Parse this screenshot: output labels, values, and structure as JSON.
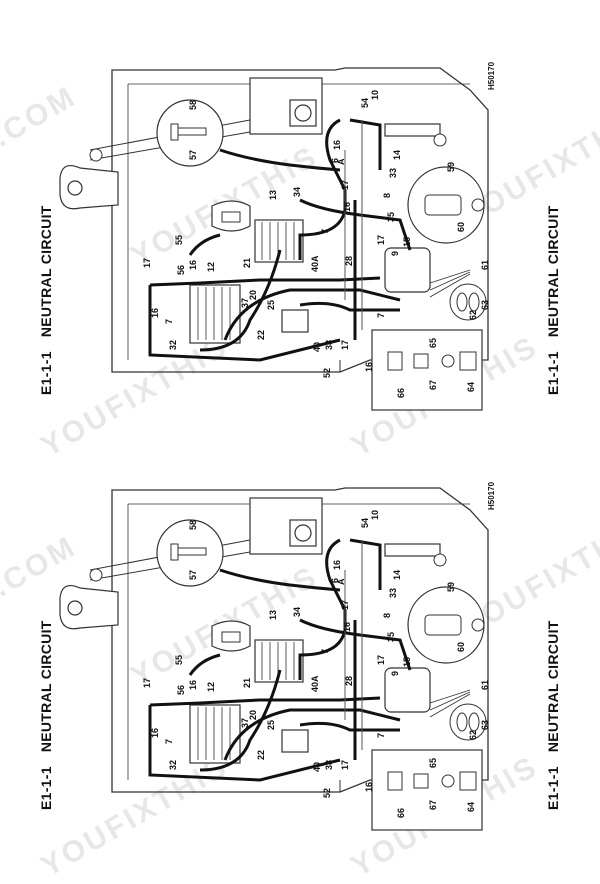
{
  "figure_code": "E1-1-1",
  "figure_title": "NEUTRAL CIRCUIT",
  "drawing_ref": "H50170",
  "watermark": "YOUFIXTHIS",
  "watermark_com": ".COM",
  "callouts": [
    "10",
    "54",
    "16",
    "6",
    "14",
    "33",
    "17",
    "A",
    "8",
    "34",
    "13",
    "35",
    "16",
    "7",
    "17",
    "9",
    "15",
    "55",
    "17",
    "56",
    "16",
    "12",
    "21",
    "28",
    "40A",
    "37",
    "20",
    "25",
    "22",
    "16",
    "7",
    "32",
    "40",
    "38",
    "17",
    "16",
    "52",
    "7",
    "58",
    "57",
    "59",
    "60",
    "61",
    "62",
    "63",
    "65",
    "66",
    "67",
    "64"
  ]
}
